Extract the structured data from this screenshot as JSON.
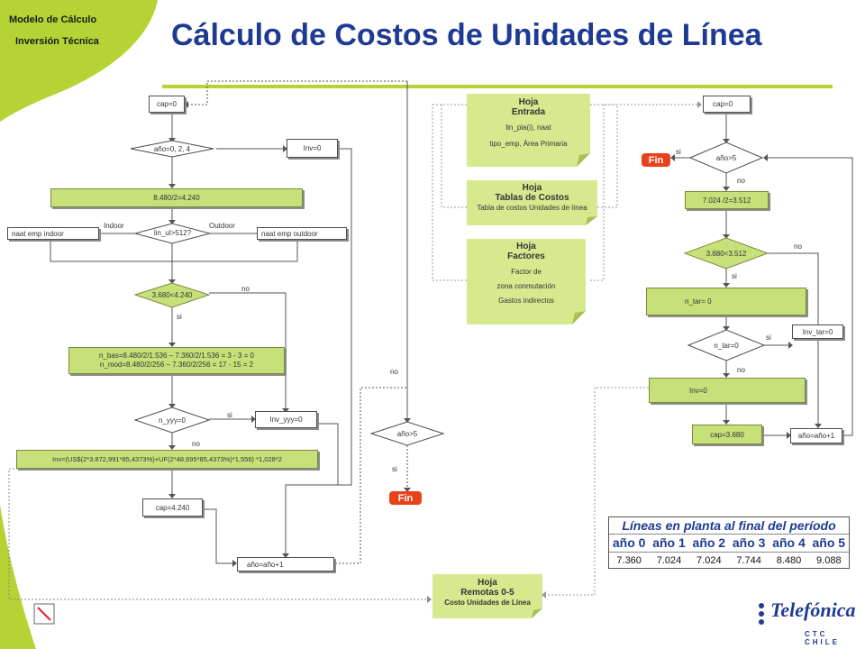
{
  "header": {
    "corner_line1": "Modelo de Cálculo",
    "corner_line2": "Inversión Técnica",
    "title": "Cálculo de Costos de Unidades de Línea"
  },
  "left": {
    "cap0": "cap=0",
    "anio_dec": "año=0, 2, 4",
    "inv0": "Inv=0",
    "calc_bar": "8.480/2=4.240",
    "indoor": "Indoor",
    "outdoor": "Outdoor",
    "lin_dec": "lin_ul>512?",
    "naat_indoor": "naat emp indoor",
    "naat_outdoor": "naat emp outdoor",
    "cmp_dec": "3.680<4.240",
    "no1": "no",
    "si1": "si",
    "nbas_line1": "n_bas=8.480/2/1.536 – 7.360/2/1.536 = 3 - 3 = 0",
    "nbas_line2": "n_mod=8.480/2/256 – 7.360/2/256 = 17 - 15 = 2",
    "nyyy_dec": "n_yyy=0",
    "si2": "si",
    "inv_yyy": "Inv_yyy=0",
    "no2": "no",
    "inv_formula": "Inv=(US$(2*3.872,991*85,4373%)+UF(2*48,695*85,4373%)*1,556) *1,028*2",
    "cap4240": "cap=4.240",
    "anio_inc": "año=año+1"
  },
  "middle": {
    "no": "no",
    "anio_dec": "año>5",
    "si": "si",
    "fin": "Fin",
    "entrada_title1": "Hoja",
    "entrada_title2": "Entrada",
    "entrada_sub1": "lin_pla(i), naat",
    "entrada_sub2": "tipo_emp, Área Primaria",
    "tablas_title1": "Hoja",
    "tablas_title2": "Tablas de Costos",
    "tablas_sub1": "Tabla de costos Unidades de línea",
    "factores_title1": "Hoja",
    "factores_title2": "Factores",
    "factores_sub1": "Factor de",
    "factores_sub2": "zona conmutación",
    "factores_sub3": "Gastos indirectos",
    "remotas_title1": "Hoja",
    "remotas_title2": "Remotas 0-5",
    "remotas_sub1": "Costo Unidades de Línea"
  },
  "right": {
    "cap0": "cap=0",
    "si_top": "si",
    "fin": "Fin",
    "anio_dec": "año>5",
    "no_top": "no",
    "calc_bar": "7.024 /2=3.512",
    "cmp_dec": "3.680<3.512",
    "no_cmp": "no",
    "si_cmp": "si",
    "ntar_bar": "n_tar= 0",
    "inv_tar": "Inv_tar=0",
    "si_ntar": "si",
    "ntar_dec": "n_tar=0",
    "no_ntar": "no",
    "inv0": "Inv=0",
    "cap3680": "cap=3.680",
    "anio_inc": "año=año+1"
  },
  "table": {
    "title": "Líneas en planta al final del período",
    "years": [
      "año 0",
      "año 1",
      "año 2",
      "año 3",
      "año 4",
      "año 5"
    ],
    "values": [
      "7.360",
      "7.024",
      "7.024",
      "7.744",
      "8.480",
      "9.088"
    ]
  },
  "logo": {
    "brand": "Telefónica",
    "sub": "CTC CHILE"
  },
  "colors": {
    "accent_green": "#b5d334",
    "bar_green": "#c7e07a",
    "note_green": "#d6e98f",
    "title_blue": "#1f3a93",
    "fin_red": "#e8421a"
  }
}
